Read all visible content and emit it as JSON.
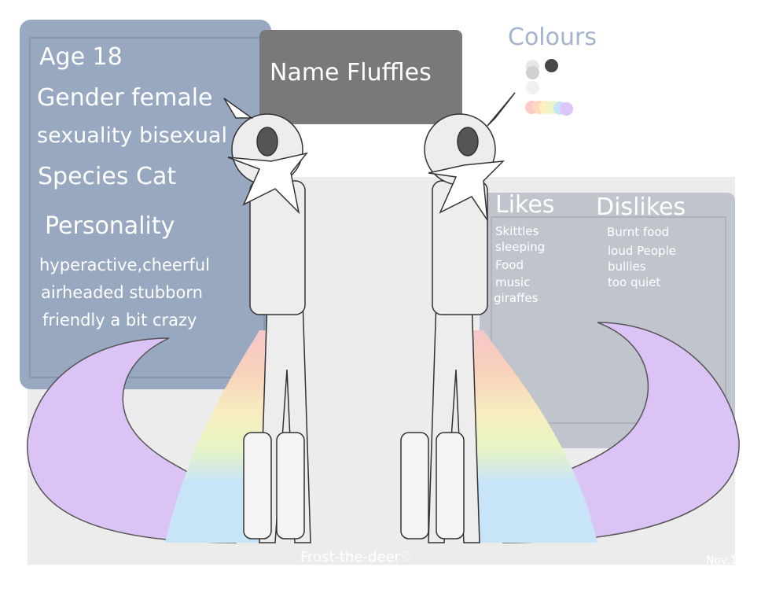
{
  "info": {
    "age": "Age 18",
    "gender": "Gender female",
    "sexuality": "sexuality bisexual",
    "species": "Species Cat",
    "personality_label": "Personality",
    "personality_lines": [
      "hyperactive,cheerful",
      "airheaded stubborn",
      "friendly a bit crazy"
    ]
  },
  "name": "Name Fluffles",
  "colours": {
    "title": "Colours",
    "swatches": [
      "#e6e6e6",
      "#474747",
      "#d0d0d0",
      "#f0f0f0",
      "#ffc9c9",
      "#ffd9bd",
      "#fff0c2",
      "#eaf8c8",
      "#c6e4fb",
      "#dcc6f7"
    ]
  },
  "likes": {
    "title": "Likes",
    "items": [
      "Skittles",
      "sleeping",
      "Food",
      "music",
      "giraffes"
    ]
  },
  "dislikes": {
    "title": "Dislikes",
    "items": [
      "Burnt food",
      "loud People",
      "bullies",
      "too quiet"
    ]
  },
  "signature": "Frost-the-deer♡",
  "date": "Nov.1"
}
